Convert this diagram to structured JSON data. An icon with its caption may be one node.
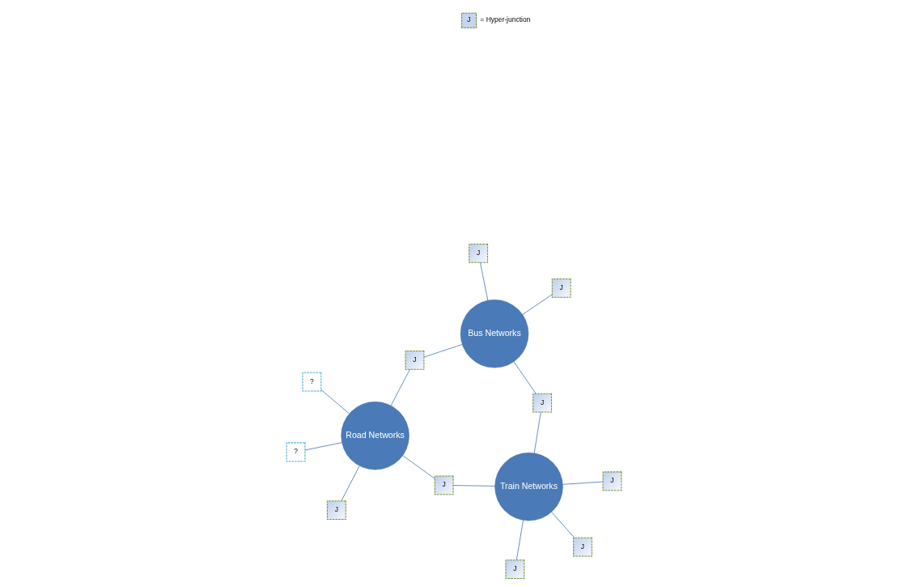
{
  "diagram": {
    "nodes": [
      {
        "text": [
          "?"
        ]
      },
      {
        "text": [
          "J"
        ]
      },
      {
        "text": [
          "Road Networks"
        ]
      },
      {
        "text": [
          "J"
        ]
      },
      {
        "text": [
          "Train Networks"
        ]
      },
      {
        "text": [
          "?"
        ]
      },
      {
        "text": [
          "J"
        ]
      },
      {
        "text": [
          "J"
        ]
      },
      {
        "text": [
          "J"
        ]
      },
      {
        "text": [
          "J"
        ]
      },
      {
        "text": [
          "J"
        ]
      },
      {
        "text": [
          "J"
        ]
      },
      {
        "text": [
          "Bus Networks"
        ]
      },
      {
        "text": [
          "J"
        ]
      }
    ],
    "edges": [
      {
        "from": 2,
        "to": 0,
        "arrow": "none"
      },
      {
        "from": 1,
        "to": 4,
        "arrow": "none"
      },
      {
        "from": 2,
        "to": 3,
        "arrow": "none"
      },
      {
        "from": 3,
        "to": 4,
        "arrow": "none"
      },
      {
        "from": 2,
        "to": 5,
        "arrow": "none"
      },
      {
        "from": 2,
        "to": 7,
        "arrow": "none"
      },
      {
        "from": 2,
        "to": 8,
        "arrow": "none"
      },
      {
        "from": 4,
        "to": 6,
        "arrow": "none"
      },
      {
        "from": 4,
        "to": 10,
        "arrow": "none"
      },
      {
        "from": 4,
        "to": 9,
        "arrow": "none"
      },
      {
        "from": 8,
        "to": 12,
        "arrow": "none"
      },
      {
        "from": 9,
        "to": 12,
        "arrow": "none"
      },
      {
        "from": 11,
        "to": 12,
        "arrow": "none"
      },
      {
        "from": 12,
        "to": 13,
        "arrow": "none"
      }
    ],
    "labels": [
      "J"
    ],
    "legend": [
      {
        "text": "= Hyper-junction"
      }
    ]
  }
}
